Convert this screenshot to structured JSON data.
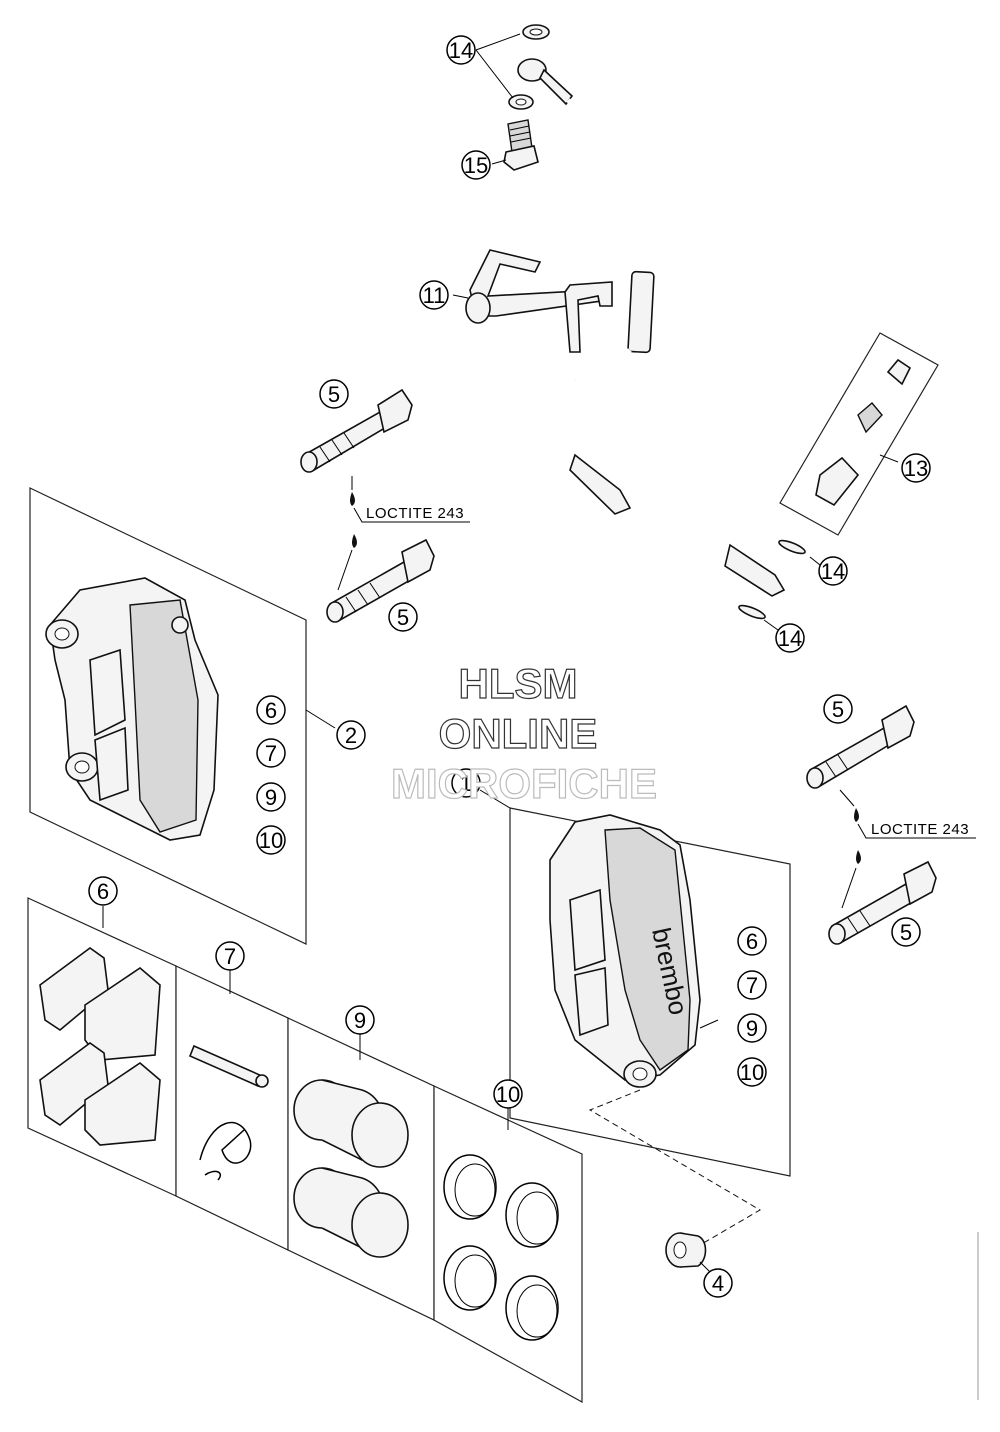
{
  "callouts": {
    "c14a": "14",
    "c15": "15",
    "c11": "11",
    "c13": "13",
    "c5a": "5",
    "c5b": "5",
    "c14b": "14",
    "c14c": "14",
    "c5c": "5",
    "c5d": "5",
    "c2": "2",
    "c6a": "6",
    "c7a": "7",
    "c9a": "9",
    "c10a": "10",
    "c1": "1",
    "c6b": "6",
    "c7b": "7",
    "c9b": "9",
    "c10b": "10",
    "c6c": "6",
    "c7c": "7",
    "c9c": "9",
    "c10c": "10",
    "c4": "4"
  },
  "notes": {
    "loctite_left": "LOCTITE 243",
    "loctite_right": "LOCTITE 243"
  },
  "watermark": {
    "line1": "HLSM",
    "line2": "ONLINE",
    "line3": "MICROFICHE"
  },
  "caliper_brand": "brembo"
}
